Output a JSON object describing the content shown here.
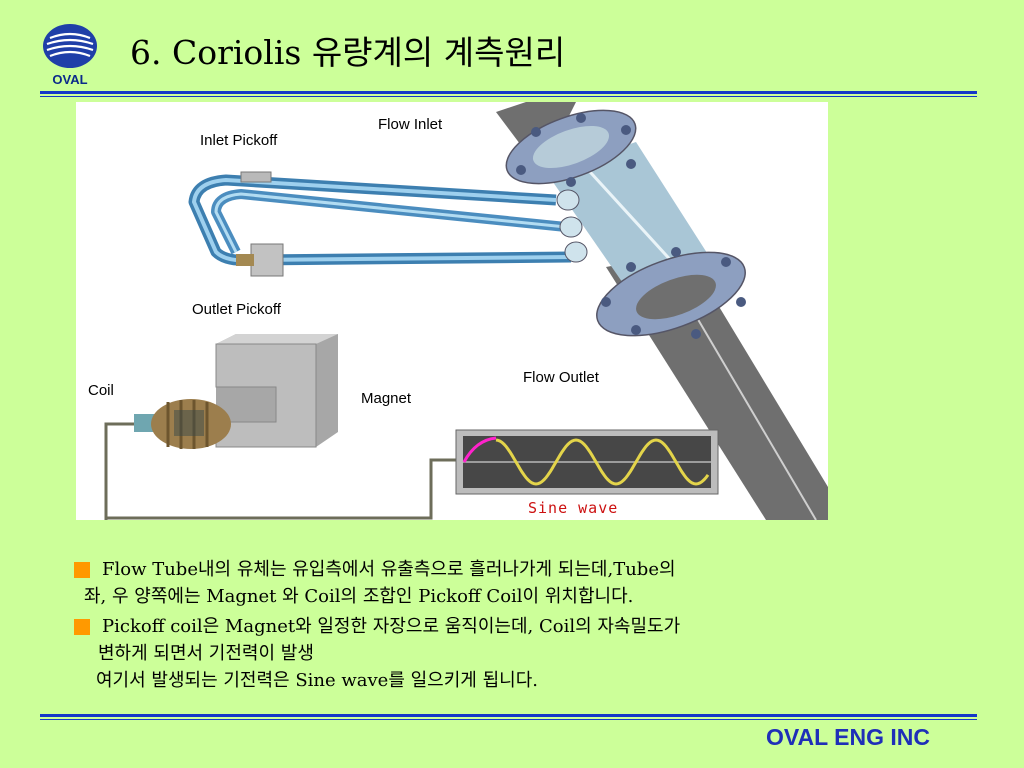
{
  "header": {
    "logo_text": "OVAL",
    "title": "6. Coriolis 유량계의 계측원리"
  },
  "figure": {
    "labels": {
      "flow_inlet": "Flow Inlet",
      "inlet_pickoff": "Inlet Pickoff",
      "outlet_pickoff": "Outlet Pickoff",
      "coil": "Coil",
      "magnet": "Magnet",
      "flow_outlet": "Flow Outlet",
      "sine_wave": "Sine wave"
    }
  },
  "body": {
    "bullet1": {
      "line1": "Flow Tube내의 유체는 유입측에서 유출측으로 흘러나가게 되는데,Tube의",
      "line2": "좌, 우 양쪽에는 Magnet 와 Coil의 조합인 Pickoff Coil이 위치합니다."
    },
    "bullet2": {
      "line1": "Pickoff coil은 Magnet와 일정한 자장으로 움직이는데, Coil의 자속밀도가",
      "line2": "변하게 되면서  기전력이 발생",
      "line3": "여기서 발생되는 기전력은 Sine wave를 일으키게 됩니다."
    }
  },
  "footer": {
    "brand": "OVAL ENG INC"
  },
  "colors": {
    "background": "#ccff99",
    "rule": "#1438c8",
    "bullet": "#ff9900",
    "footer_text": "#1f2fb8",
    "sine_label": "#cc1111"
  }
}
